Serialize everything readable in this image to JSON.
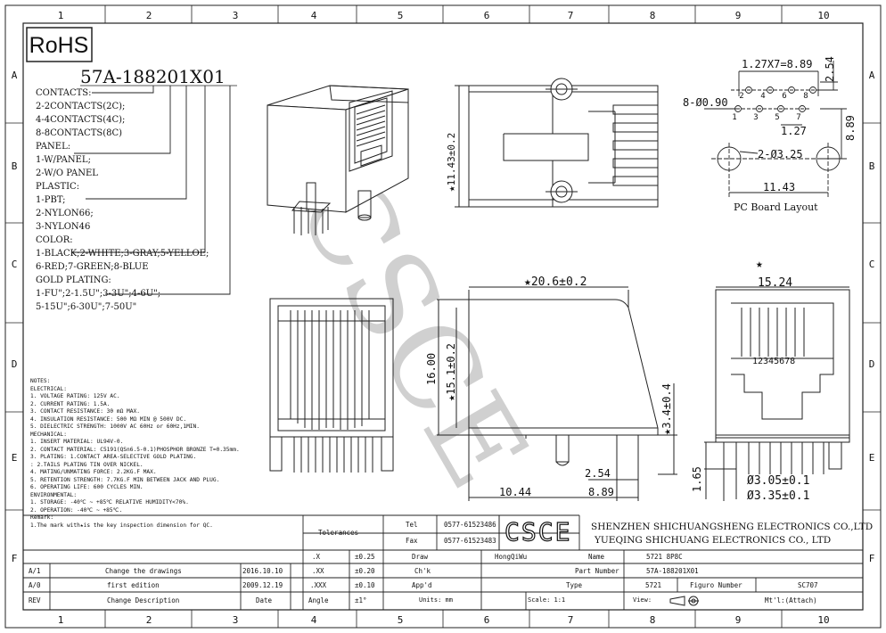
{
  "border": {
    "columns": [
      "1",
      "2",
      "3",
      "4",
      "5",
      "6",
      "7",
      "8",
      "9",
      "10"
    ],
    "rows": [
      "A",
      "B",
      "C",
      "D",
      "E",
      "F"
    ]
  },
  "rohs": "RoHS",
  "part_code": "57A-188201X01",
  "ordering_lines": [
    "CONTACTS:",
    "2-2CONTACTS(2C);",
    "4-4CONTACTS(4C);",
    "8-8CONTACTS(8C)",
    "PANEL:",
    "1-W/PANEL;",
    "2-W/O PANEL",
    "PLASTIC:",
    "1-PBT;",
    "2-NYLON66;",
    "3-NYLON46",
    "COLOR:",
    "1-BLACK;2-WHITE;3-GRAY;5-YELLOE;",
    "6-RED;7-GREEN;8-BLUE",
    "GOLD PLATING:",
    "1-FU\";2-1.5U\";3-3U\";4-6U\";",
    "5-15U\";6-30U\";7-50U\""
  ],
  "notes": [
    "NOTES:",
    "ELECTRICAL:",
    "1. VOLTAGE RATING: 125V AC.",
    "2. CURRENT RATING: 1.5A.",
    "3. CONTACT RESISTANCE: 30 mΩ MAX.",
    "4. INSULATION RESISTANCE: 500 MΩ MIN @ 500V DC.",
    "5. DIELECTRIC STRENGTH: 1000V AC 60Hz or 60Hz,1MIN.",
    "MECHANICAL:",
    "1. INSERT MATERIAL: UL94V-0.",
    "2. CONTACT MATERIAL: C5191(QSn6.5-0.1)PHOSPHOR BRONZE T=0.35mm.",
    "3. PLATING: 1.CONTACT AREA-SELECTIVE GOLD PLATING.",
    "        : 2.TAILS PLATING TIN OVER NICKEL.",
    "4. MATING/UNMATING FORCE: 2.2KG.F MAX.",
    "5. RETENTION STRENGTH: 7.7KG.F MIN BETWEEN JACK AND PLUG.",
    "6. OPERATING LIFE: 600 CYCLES MIN.",
    "ENVIRONMENTAL:",
    "1. STORAGE: -40℃ ~ +85℃ RELATIVE HUMIDITY<70%.",
    "2. OPERATION: -40℃ ~ +85℃.",
    "Remark:",
    "1.The mark with★is the key inspection dimension for QC."
  ],
  "dims": {
    "front_height": "★11.43±0.2",
    "pitch": "1.27X7=8.89",
    "row_offset": "2.54",
    "pin_hole": "8-Ø0.90",
    "row_pitch": "1.27",
    "pcb_depth": "8.89",
    "mount_hole": "2-Ø3.25",
    "mount_span": "11.43",
    "pcb_caption": "PC Board Layout",
    "pin_labels": [
      "2",
      "4",
      "6",
      "8",
      "1",
      "3",
      "5",
      "7"
    ],
    "length": "★20.6±0.2",
    "height_total": "16.00",
    "height_body": "★15.1±0.2",
    "tail": "★3.4±0.4",
    "offset_a": "2.54",
    "offset_b": "10.44",
    "offset_c": "8.89",
    "width": "15.24",
    "star": "★",
    "peg_a": "Ø3.05±0.1",
    "peg_b": "Ø3.35±0.1",
    "stand": "1.65",
    "contact_numbers": "12345678"
  },
  "watermark": "CSCE",
  "title_block": {
    "tolerances": "Tolerances",
    "tol_rows": [
      {
        "sym": ".X",
        "val": "±0.25"
      },
      {
        "sym": ".XX",
        "val": "±0.20"
      },
      {
        "sym": ".XXX",
        "val": "±0.10"
      },
      {
        "sym": "Angle",
        "val": "±1°"
      }
    ],
    "tel_label": "Tel",
    "tel": "0577-61523486",
    "fax_label": "Fax",
    "fax": "0577-61523483",
    "logo": "CSCE",
    "company_1": "SHENZHEN SHICHUANGSHENG ELECTRONICS CO.,LTD",
    "company_2": "YUEQING SHICHUANG ELECTRONICS CO., LTD",
    "draw_label": "Draw",
    "draw_value": "HongQiWu",
    "chk_label": "Ch'k",
    "appd_label": "App'd",
    "units_label": "Units: mm",
    "scale_label": "Scale: 1:1",
    "view_label": "View:",
    "mtl_label": "Mt'l:(Attach)",
    "name_label": "Name",
    "name_value": "5721 8P8C",
    "part_label": "Part Number",
    "part_value": "57A-188201X01",
    "type_label": "Type",
    "type_value": "5721",
    "figure_label": "Figuro Number",
    "figure_value": "SC707",
    "rev_rows": [
      {
        "rev": "A/1",
        "desc": "Change the drawings",
        "date": "2016.10.10"
      },
      {
        "rev": "A/0",
        "desc": "first edition",
        "date": "2009.12.19"
      },
      {
        "rev": "REV",
        "desc": "Change Description",
        "date": "Date"
      }
    ]
  }
}
